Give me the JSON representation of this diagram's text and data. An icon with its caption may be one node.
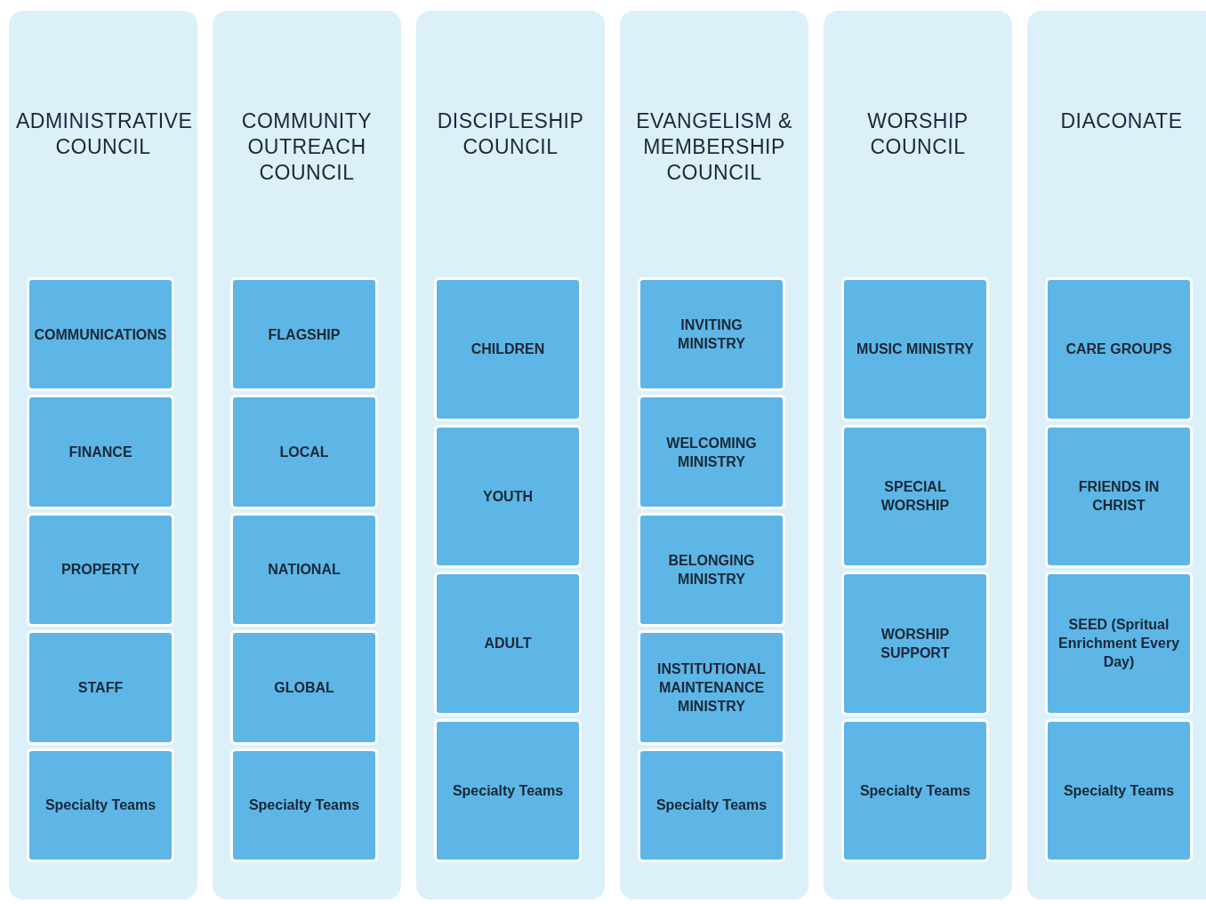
{
  "diagram": {
    "nodes": [
      {
        "text": [
          "ADMINISTRATIVE COUNCIL"
        ]
      },
      {
        "text": [
          "COMMUNICATIONS"
        ],
        "in": 0
      },
      {
        "text": [
          "FINANCE"
        ],
        "in": 0
      },
      {
        "text": [
          "PROPERTY"
        ],
        "in": 0
      },
      {
        "text": [
          "STAFF"
        ],
        "in": 0
      },
      {
        "text": [
          "Specialty Teams"
        ],
        "in": 0
      },
      {
        "text": [
          "COMMUNITY OUTREACH COUNCIL"
        ]
      },
      {
        "text": [
          "FLAGSHIP"
        ],
        "in": 6
      },
      {
        "text": [
          "LOCAL"
        ],
        "in": 6
      },
      {
        "text": [
          "NATIONAL"
        ],
        "in": 6
      },
      {
        "text": [
          "GLOBAL"
        ],
        "in": 6
      },
      {
        "text": [
          "Specialty Teams"
        ],
        "in": 6
      },
      {
        "text": [
          "DISCIPLESHIP COUNCIL"
        ]
      },
      {
        "text": [
          "CHILDREN"
        ],
        "in": 12
      },
      {
        "text": [
          "YOUTH"
        ],
        "in": 12
      },
      {
        "text": [
          "ADULT"
        ],
        "in": 12
      },
      {
        "text": [
          "Specialty Teams"
        ],
        "in": 12
      },
      {
        "text": [
          "EVANGELISM & MEMBERSHIP COUNCIL"
        ]
      },
      {
        "text": [
          "INVITING MINISTRY"
        ],
        "in": 17
      },
      {
        "text": [
          "WELCOMING MINISTRY"
        ],
        "in": 17
      },
      {
        "text": [
          "BELONGING MINISTRY"
        ],
        "in": 17
      },
      {
        "text": [
          "INSTITUTIONAL MAINTENANCE MINISTRY"
        ],
        "in": 17
      },
      {
        "text": [
          "Specialty Teams"
        ],
        "in": 17
      },
      {
        "text": [
          "WORSHIP COUNCIL"
        ]
      },
      {
        "text": [
          "MUSIC MINISTRY"
        ],
        "in": 23
      },
      {
        "text": [
          "SPECIAL WORSHIP"
        ],
        "in": 23
      },
      {
        "text": [
          "WORSHIP SUPPORT"
        ],
        "in": 23
      },
      {
        "text": [
          "Specialty Teams"
        ],
        "in": 23
      },
      {
        "text": [
          "DIACONATE"
        ]
      },
      {
        "text": [
          "CARE GROUPS"
        ],
        "in": 28
      },
      {
        "text": [
          "FRIENDS IN CHRIST"
        ],
        "in": 28
      },
      {
        "text": [
          "SEED (Spritual Enrichment Every Day)"
        ],
        "in": 28
      },
      {
        "text": [
          "Specialty Teams"
        ],
        "in": 28
      }
    ]
  }
}
